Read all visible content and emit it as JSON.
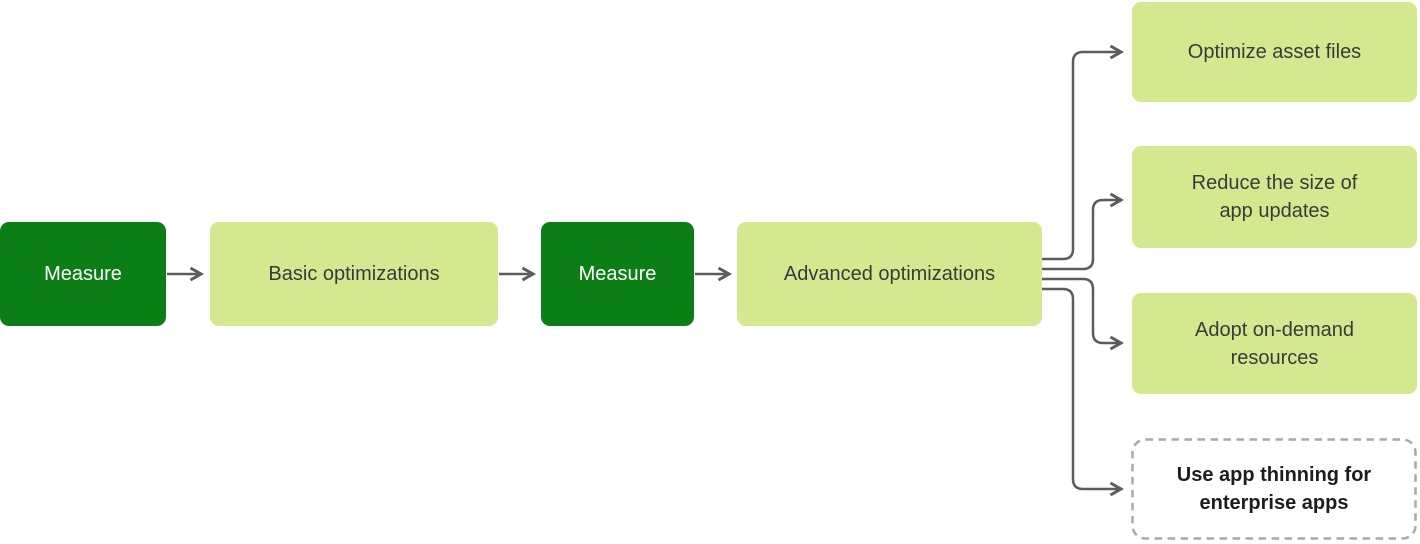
{
  "colors": {
    "node_dark_green": "#0b7f15",
    "node_light_green": "#d4e88f",
    "connector_gray": "#5c5c5e",
    "text_on_dark": "#ffffff",
    "text_on_light": "#3a3a3c",
    "dashed_border_gray": "#a9a9ad",
    "dashed_text": "#1d1d1f",
    "background": "#ffffff"
  },
  "flow": {
    "main_sequence": [
      {
        "label": "Measure",
        "variant": "dark"
      },
      {
        "label": "Basic optimizations",
        "variant": "light"
      },
      {
        "label": "Measure",
        "variant": "dark"
      },
      {
        "label": "Advanced optimizations",
        "variant": "light"
      }
    ],
    "advanced_outcomes": [
      {
        "label": "Optimize asset files",
        "variant": "light"
      },
      {
        "label": "Reduce the size of\napp updates",
        "variant": "light"
      },
      {
        "label": "Adopt on-demand\nresources",
        "variant": "light"
      },
      {
        "label": "Use app thinning for\nenterprise apps",
        "variant": "dashed"
      }
    ]
  }
}
